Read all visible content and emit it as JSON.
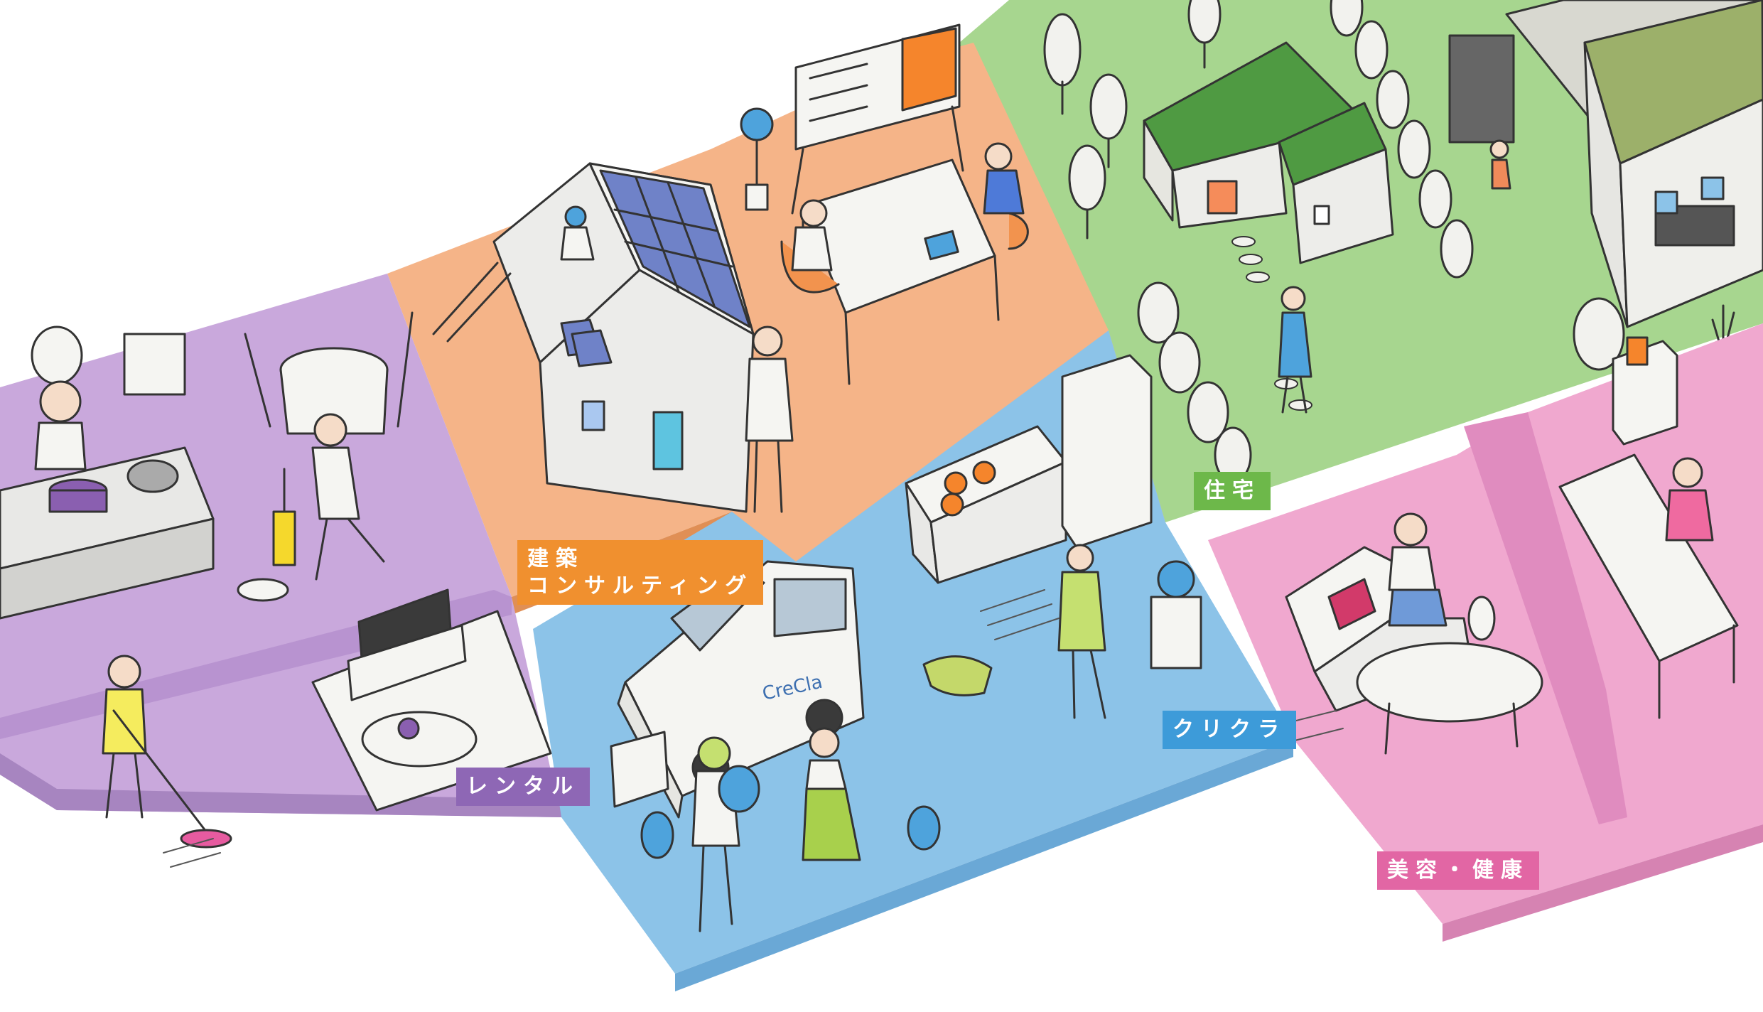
{
  "sections": {
    "rental": {
      "label": "レンタル",
      "color": "#8e67b5"
    },
    "consulting": {
      "label_line1": "建築",
      "label_line2": "コンサルティング",
      "color": "#f0902f"
    },
    "kurikura": {
      "label": "クリクラ",
      "color": "#3d9bd9"
    },
    "housing": {
      "label": "住宅",
      "color": "#6db84a"
    },
    "beauty": {
      "label": "美容・健康",
      "color": "#e266a4"
    }
  },
  "truck": {
    "logo_text": "CreCla"
  },
  "colors": {
    "purple_tile": "#c9a8dc",
    "orange_tile": "#f5b488",
    "blue_tile": "#8cc3e8",
    "green_tile": "#9fd48a",
    "pink_tile": "#f0a8cf"
  },
  "icons": [
    "chef-icon",
    "cook-pot-icon",
    "floor-polisher-icon",
    "mop-icon",
    "tv-icon",
    "house-solar-icon",
    "whiteboard-icon",
    "meeting-table-icon",
    "delivery-van-icon",
    "water-bottle-icon",
    "cat-icon",
    "kitchen-icon",
    "refrigerator-icon",
    "green-roof-house-icon",
    "tree-icon",
    "apartment-solar-icon",
    "sofa-icon",
    "mirror-icon",
    "table-icon"
  ]
}
